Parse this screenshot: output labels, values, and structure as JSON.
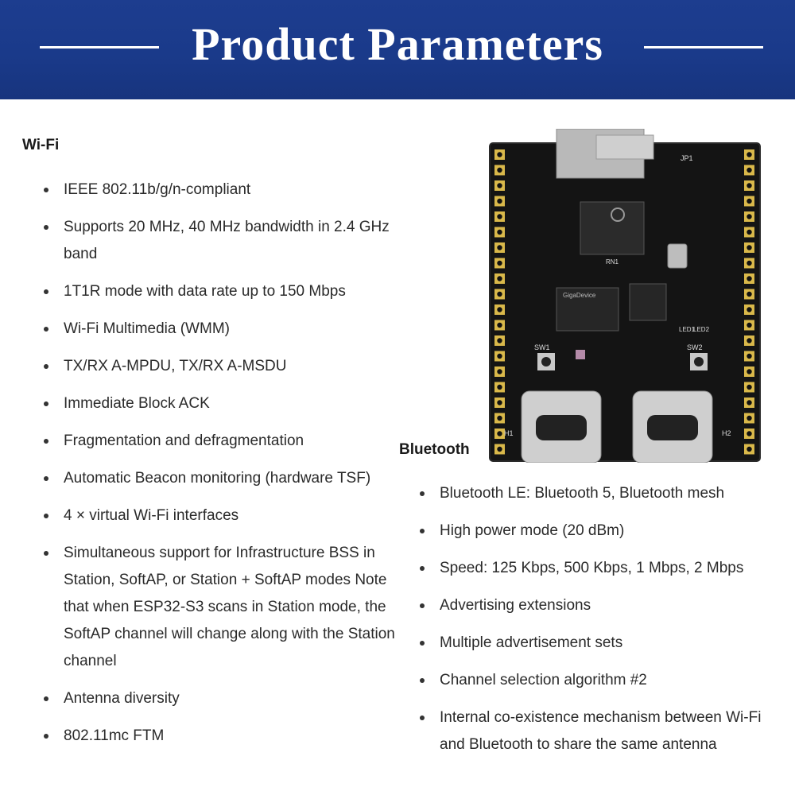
{
  "header": {
    "title": "Product Parameters"
  },
  "wifi": {
    "title": "Wi-Fi",
    "items": [
      "IEEE 802.11b/g/n-compliant",
      "Supports 20 MHz, 40 MHz bandwidth in 2.4 GHz band",
      "1T1R mode with data rate up to 150 Mbps",
      "Wi-Fi Multimedia (WMM)",
      "TX/RX A-MPDU, TX/RX A-MSDU",
      "Immediate Block ACK",
      "Fragmentation and defragmentation",
      "Automatic Beacon monitoring (hardware TSF)",
      "4 × virtual Wi-Fi interfaces",
      "Simultaneous support for Infrastructure BSS in Station, SoftAP, or Station + SoftAP modes Note that when ESP32-S3 scans in Station mode, the SoftAP channel will change along with the Station channel",
      "Antenna diversity",
      "802.11mc FTM"
    ]
  },
  "bluetooth": {
    "title": "Bluetooth",
    "items": [
      "Bluetooth LE: Bluetooth 5, Bluetooth mesh",
      "High power mode (20 dBm)",
      "Speed: 125 Kbps, 500 Kbps, 1 Mbps, 2 Mbps",
      "Advertising extensions",
      "Multiple advertisement sets",
      "Channel selection algorithm #2",
      "Internal co-existence mechanism between Wi-Fi and Bluetooth to share the same antenna"
    ]
  },
  "board": {
    "labels": {
      "chip_brand": "GigaDevice",
      "sw1": "SW1",
      "sw2": "SW2",
      "h1": "H1",
      "h2": "H2",
      "jp1": "JP1",
      "rn1": "RN1",
      "led1": "LED1",
      "led2": "LED2"
    }
  }
}
